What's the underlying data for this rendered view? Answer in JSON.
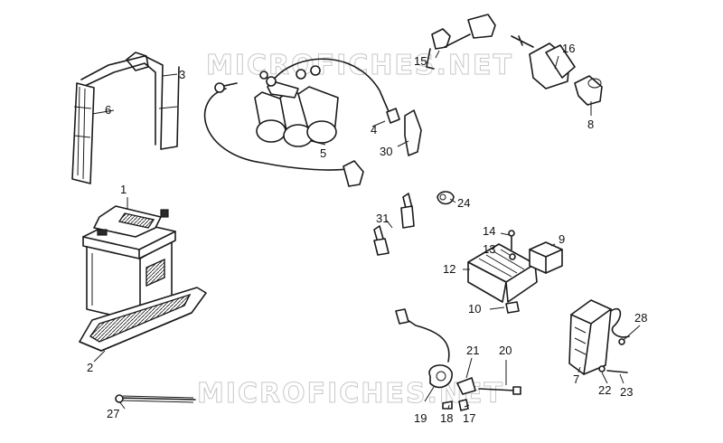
{
  "watermark": {
    "text": "MICROFICHES.NET"
  },
  "callouts": [
    {
      "key": "c1",
      "label": "1"
    },
    {
      "key": "c2",
      "label": "2"
    },
    {
      "key": "c3",
      "label": "3"
    },
    {
      "key": "c4",
      "label": "4"
    },
    {
      "key": "c5",
      "label": "5"
    },
    {
      "key": "c6",
      "label": "6"
    },
    {
      "key": "c8",
      "label": "8"
    },
    {
      "key": "c9",
      "label": "9"
    },
    {
      "key": "c10",
      "label": "10"
    },
    {
      "key": "c12",
      "label": "12"
    },
    {
      "key": "c13",
      "label": "13"
    },
    {
      "key": "c14",
      "label": "14"
    },
    {
      "key": "c15",
      "label": "15"
    },
    {
      "key": "c16",
      "label": "16"
    },
    {
      "key": "c17",
      "label": "17"
    },
    {
      "key": "c18",
      "label": "18"
    },
    {
      "key": "c19",
      "label": "19"
    },
    {
      "key": "c20",
      "label": "20"
    },
    {
      "key": "c21",
      "label": "21"
    },
    {
      "key": "c22",
      "label": "22"
    },
    {
      "key": "c23",
      "label": "23"
    },
    {
      "key": "c24",
      "label": "24"
    },
    {
      "key": "c27",
      "label": "27"
    },
    {
      "key": "c28",
      "label": "28"
    },
    {
      "key": "c30",
      "label": "30"
    },
    {
      "key": "c31",
      "label": "31"
    },
    {
      "key": "c7",
      "label": "7"
    }
  ]
}
